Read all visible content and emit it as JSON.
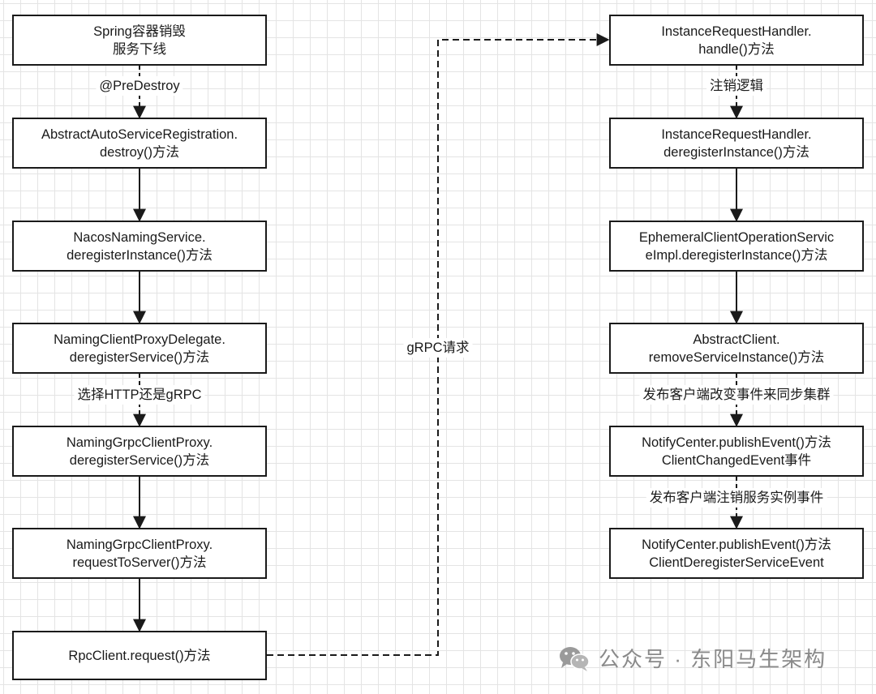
{
  "left_nodes": [
    {
      "line1": "Spring容器销毁",
      "line2": "服务下线"
    },
    {
      "line1": "AbstractAutoServiceRegistration.",
      "line2": "destroy()方法"
    },
    {
      "line1": "NacosNamingService.",
      "line2": "deregisterInstance()方法"
    },
    {
      "line1": "NamingClientProxyDelegate.",
      "line2": "deregisterService()方法"
    },
    {
      "line1": "NamingGrpcClientProxy.",
      "line2": "deregisterService()方法"
    },
    {
      "line1": "NamingGrpcClientProxy.",
      "line2": "requestToServer()方法"
    },
    {
      "line1": "RpcClient.request()方法",
      "line2": ""
    }
  ],
  "right_nodes": [
    {
      "line1": "InstanceRequestHandler.",
      "line2": "handle()方法"
    },
    {
      "line1": "InstanceRequestHandler.",
      "line2": "deregisterInstance()方法"
    },
    {
      "line1": "EphemeralClientOperationServic",
      "line2": "eImpl.deregisterInstance()方法"
    },
    {
      "line1": "AbstractClient.",
      "line2": "removeServiceInstance()方法"
    },
    {
      "line1": "NotifyCenter.publishEvent()方法",
      "line2": "ClientChangedEvent事件"
    },
    {
      "line1": "NotifyCenter.publishEvent()方法",
      "line2": "ClientDeregisterServiceEvent"
    }
  ],
  "edge_labels": {
    "predestroy": "@PreDestroy",
    "choose_protocol": "选择HTTP还是gRPC",
    "grpc_request": "gRPC请求",
    "deregister_logic": "注销逻辑",
    "publish_client_change": "发布客户端改变事件来同步集群",
    "publish_deregister": "发布客户端注销服务实例事件"
  },
  "watermark": {
    "icon": "wechat-icon",
    "text": "公众号 · 东阳马生架构"
  },
  "colors": {
    "line": "#1a1a1a",
    "grid": "#e4e4e4",
    "watermark": "#8a8a8a"
  }
}
